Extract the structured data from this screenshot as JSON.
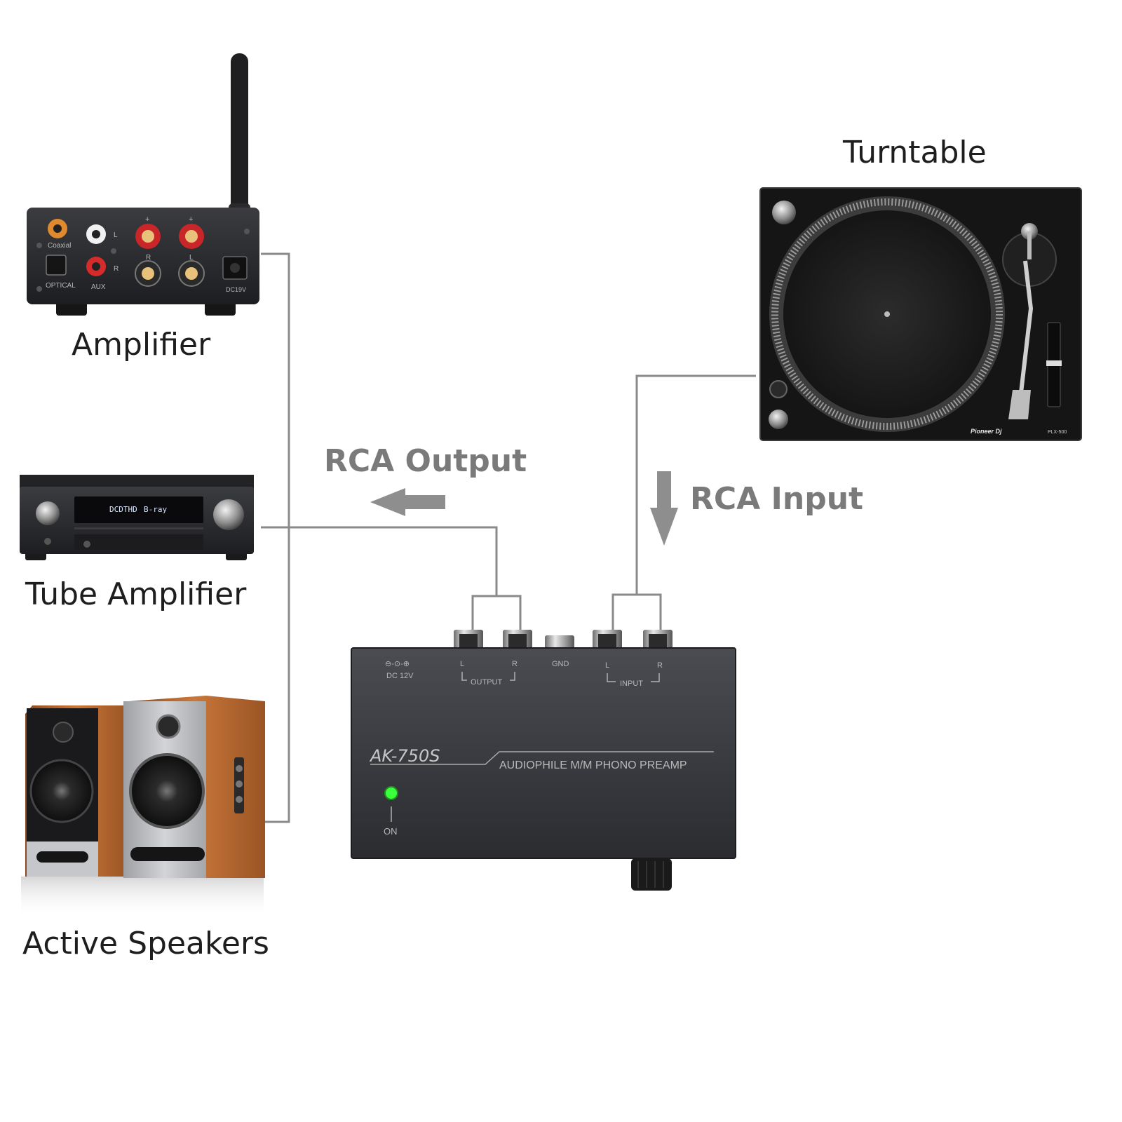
{
  "labels": {
    "amplifier": "Amplifier",
    "tube_amplifier": "Tube Amplifier",
    "active_speakers": "Active Speakers",
    "turntable": "Turntable",
    "rca_output": "RCA Output",
    "rca_input": "RCA Input"
  },
  "amplifier_panel": {
    "coaxial": "Coaxial",
    "optical": "OPTICAL",
    "aux": "AUX",
    "l": "L",
    "r": "R",
    "plus": "+",
    "dc": "DC19V"
  },
  "receiver_panel": {
    "display_left": "DCDTHD",
    "display_right": "B-ray"
  },
  "turntable_panel": {
    "brand": "Pioneer Dj",
    "model": "PLX-500"
  },
  "preamp": {
    "model": "AK-750S",
    "description": "AUDIOPHILE M/M PHONO PREAMP",
    "dc": "DC 12V",
    "output": "OUTPUT",
    "input": "INPUT",
    "gnd": "GND",
    "l": "L",
    "r": "R",
    "on": "ON"
  },
  "colors": {
    "cable": "#8a8a8a",
    "arrow": "#8e8e8e",
    "device_dark": "#2a2b2e",
    "led": "#3cff3c",
    "wood": "#b8652c"
  }
}
